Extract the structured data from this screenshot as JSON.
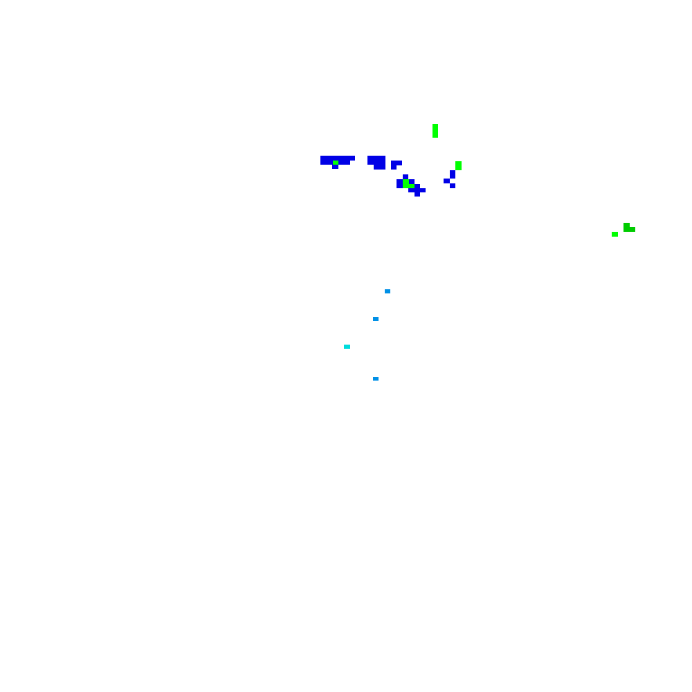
{
  "colors": {
    "background": "#ffffff",
    "blue": "#0000e6",
    "bright_green": "#00ff00",
    "dark_green": "#00cc00",
    "sky_blue": "#0090e6",
    "cyan": "#00dcdc"
  },
  "regions": [
    {
      "name": "blue-cluster-west",
      "color": "blue"
    },
    {
      "name": "blue-cluster-center",
      "color": "blue"
    },
    {
      "name": "blue-cluster-east",
      "color": "blue"
    },
    {
      "name": "green-marks-north",
      "color": "bright_green"
    },
    {
      "name": "green-marks-far-east",
      "color": "dark_green"
    },
    {
      "name": "blue-dots-south",
      "color": "sky_blue"
    },
    {
      "name": "cyan-dot-south",
      "color": "cyan"
    }
  ]
}
